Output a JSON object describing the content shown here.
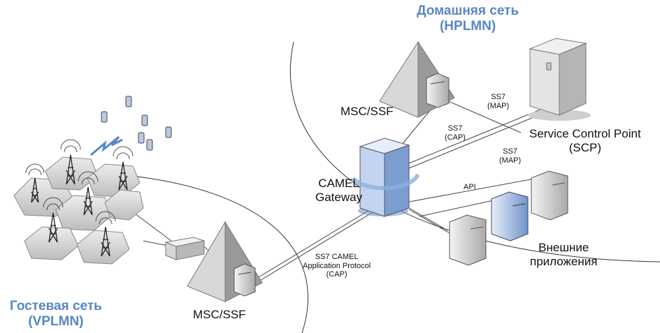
{
  "home_network": {
    "line1": "Домашняя сеть",
    "line2": "(HPLMN)"
  },
  "guest_network": {
    "line1": "Гостевая сеть",
    "line2": "(VPLMN)"
  },
  "msc_home": "MSC/SSF",
  "msc_guest": "MSC/SSF",
  "scp": {
    "line1": "Service Control Point",
    "line2": "(SCP)"
  },
  "gateway": {
    "line1": "CAMEL",
    "line2": "Gateway"
  },
  "external_apps": {
    "line1": "Внешние",
    "line2": "приложения"
  },
  "links": {
    "ss7_map_top": {
      "line1": "SS7",
      "line2": "(MAP)"
    },
    "ss7_cap": {
      "line1": "SS7",
      "line2": "(CAP)"
    },
    "ss7_map_mid": {
      "line1": "SS7",
      "line2": "(MAP)"
    },
    "api": "API",
    "cap_protocol": {
      "line1": "SS7 CAMEL",
      "line2": "Application Protocol",
      "line3": "(CAP)"
    }
  },
  "colors": {
    "title": "#5a86c4",
    "gateway": "#8fb0dd",
    "server": "#d9d9d9"
  }
}
